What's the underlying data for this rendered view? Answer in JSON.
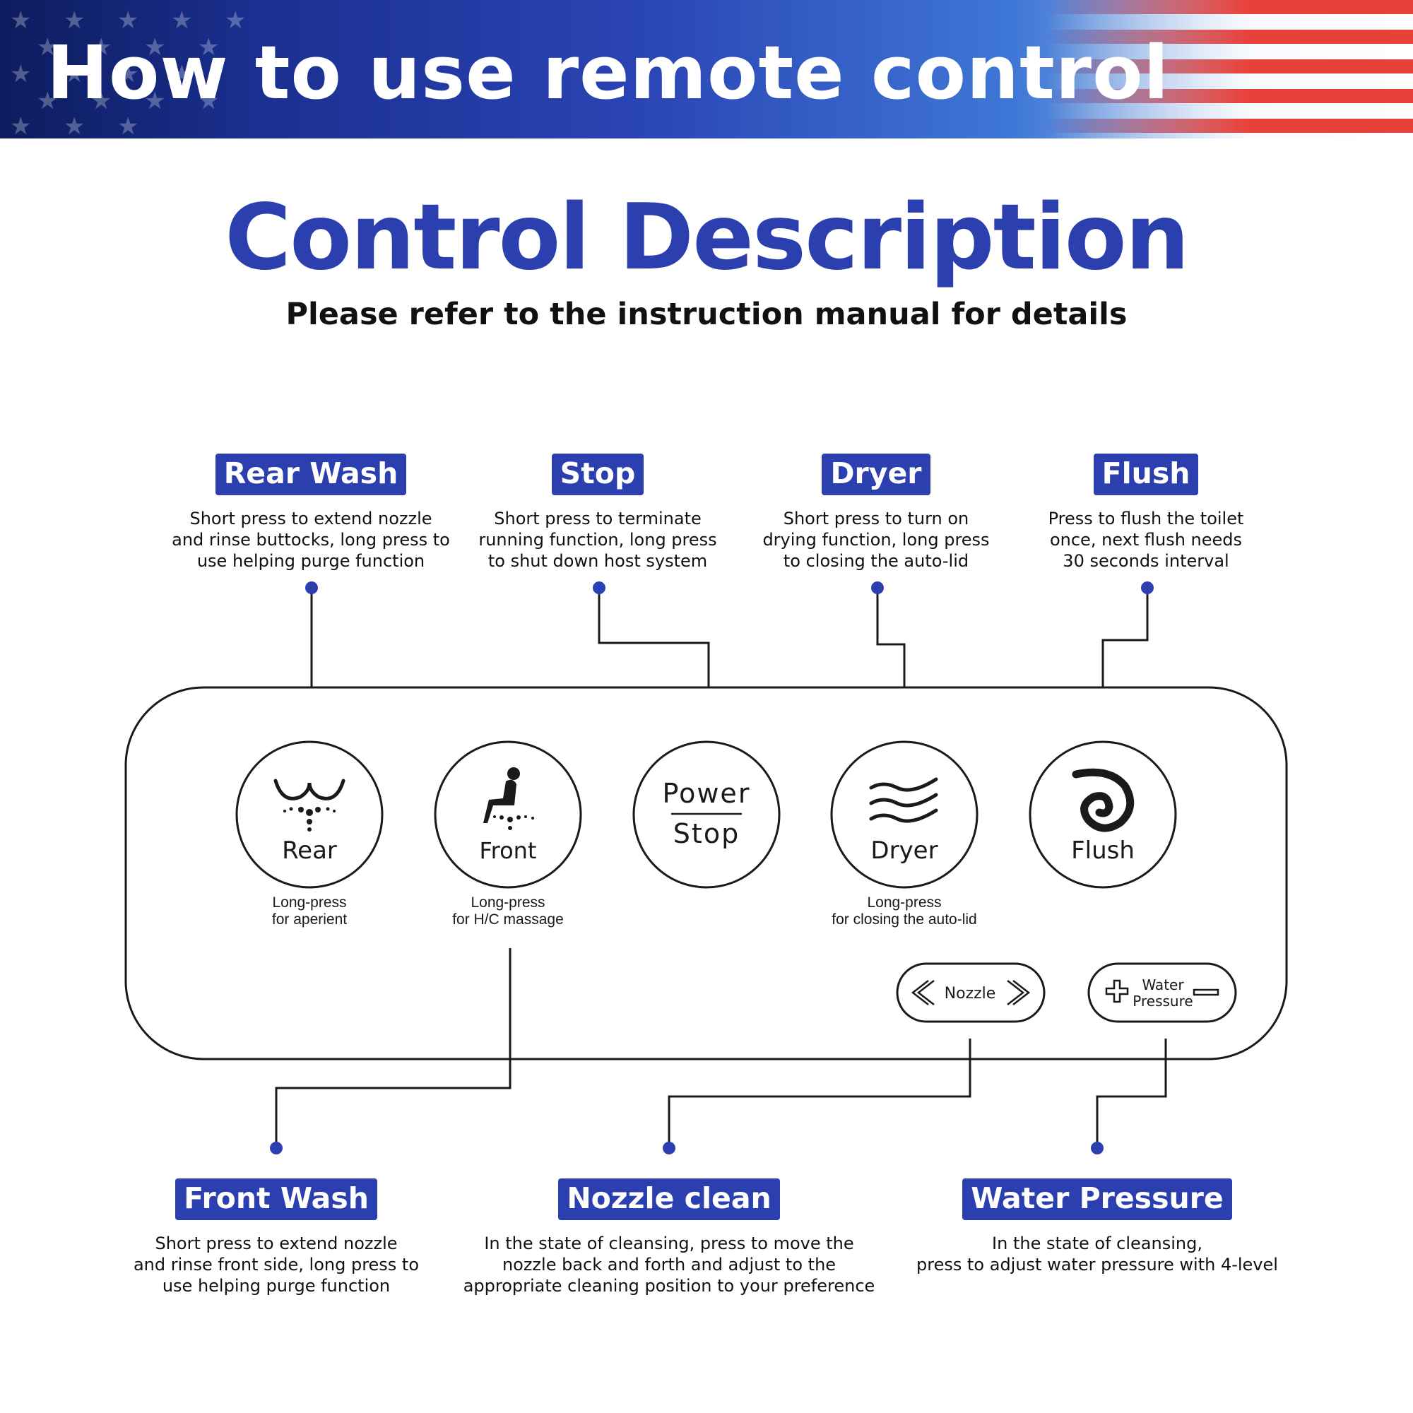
{
  "header": {
    "title": "How to use remote control"
  },
  "page": {
    "title": "Control Description",
    "subtitle": "Please refer to the instruction manual for details"
  },
  "callouts_top": [
    {
      "title": "Rear Wash",
      "desc": "Short press to extend nozzle\nand rinse buttocks, long press to\nuse helping purge function"
    },
    {
      "title": "Stop",
      "desc": "Short press to terminate\nrunning function, long press\nto shut down host system"
    },
    {
      "title": "Dryer",
      "desc": "Short press to turn on\ndrying function, long press\nto closing the auto-lid"
    },
    {
      "title": "Flush",
      "desc": "Press to flush the toilet\nonce, next flush needs\n30 seconds interval"
    }
  ],
  "callouts_bottom": [
    {
      "title": "Front Wash",
      "desc": "Short press to extend nozzle\nand rinse front side, long press to\nuse helping purge function"
    },
    {
      "title": "Nozzle clean",
      "desc": "In the state of cleansing, press to move the\nnozzle back and forth and adjust to the\nappropriate cleaning position to your preference"
    },
    {
      "title": "Water Pressure",
      "desc": "In the state of cleansing,\npress to adjust water pressure with 4-level"
    }
  ],
  "remote": {
    "buttons": {
      "rear": "Rear",
      "front": "Front",
      "power": "Power",
      "stop": "Stop",
      "dryer": "Dryer",
      "flush": "Flush"
    },
    "hints": {
      "rear_1": "Long-press",
      "rear_2": "for aperient",
      "front_1": "Long-press",
      "front_2": "for H/C massage",
      "dryer_1": "Long-press",
      "dryer_2": "for closing the auto-lid"
    },
    "nozzle": "Nozzle",
    "water_1": "Water",
    "water_2": "Pressure"
  },
  "colors": {
    "accent": "#2b3fae",
    "line": "#1a1a1a",
    "flag_red": "#e8413a"
  }
}
